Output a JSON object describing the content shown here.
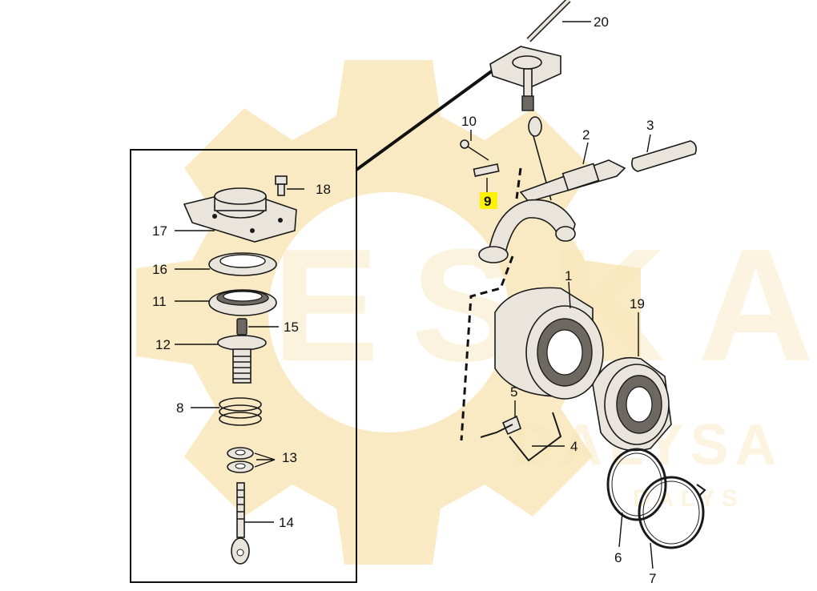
{
  "watermark": {
    "brand": "ESKA",
    "sub_brand": "DALYSA",
    "tagline": "DALYS",
    "color": "#f3cf73"
  },
  "highlight_color": "#fff200",
  "callouts": {
    "n1": "1",
    "n2": "2",
    "n3": "3",
    "n4": "4",
    "n5": "5",
    "n6": "6",
    "n7": "7",
    "n8": "8",
    "n9": "9",
    "n10": "10",
    "n11": "11",
    "n12": "12",
    "n13": "13",
    "n14": "14",
    "n15": "15",
    "n16": "16",
    "n17": "17",
    "n18": "18",
    "n19": "19",
    "n20": "20"
  },
  "highlighted_callout": "9"
}
